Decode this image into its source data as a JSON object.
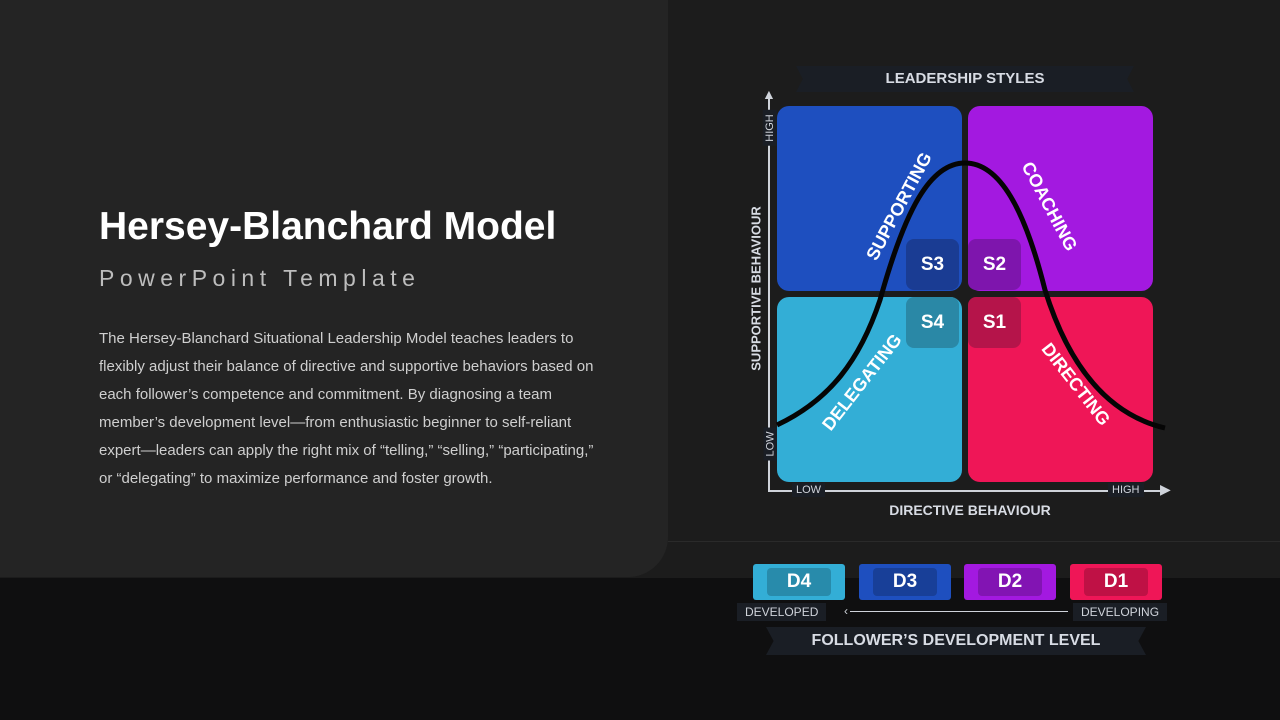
{
  "title": "Hersey-Blanchard Model",
  "subtitle": "PowerPoint Template",
  "description": "The Hersey-Blanchard Situational Leadership Model teaches leaders to flexibly adjust their balance of directive and supportive behaviors based on each follower’s competence and commitment. By diagnosing a team member’s development level—from enthusiastic beginner to self-reliant expert—leaders can apply the right mix of “telling,” “selling,” “participating,” or “delegating” to maximize performance and foster growth.",
  "matrix": {
    "heading": "LEADERSHIP STYLES",
    "y_axis": "SUPPORTIVE BEHAVIOUR",
    "x_axis": "DIRECTIVE BEHAVIOUR",
    "y_high": "HIGH",
    "y_low": "LOW",
    "x_low": "LOW",
    "x_high": "HIGH",
    "quadrants": [
      {
        "label": "SUPPORTING",
        "code": "S3",
        "color": "#1e4fbf"
      },
      {
        "label": "COACHING",
        "code": "S2",
        "color": "#a319e0"
      },
      {
        "label": "DELEGATING",
        "code": "S4",
        "color": "#33aed6"
      },
      {
        "label": "DIRECTING",
        "code": "S1",
        "color": "#ef1657"
      }
    ]
  },
  "development": {
    "heading": "FOLLOWER’S DEVELOPMENT LEVEL",
    "left": "DEVELOPED",
    "right": "DEVELOPING",
    "levels": [
      {
        "code": "D4",
        "color": "#33aed6"
      },
      {
        "code": "D3",
        "color": "#1e4fbf"
      },
      {
        "code": "D2",
        "color": "#a319e0"
      },
      {
        "code": "D1",
        "color": "#ef1657"
      }
    ]
  }
}
